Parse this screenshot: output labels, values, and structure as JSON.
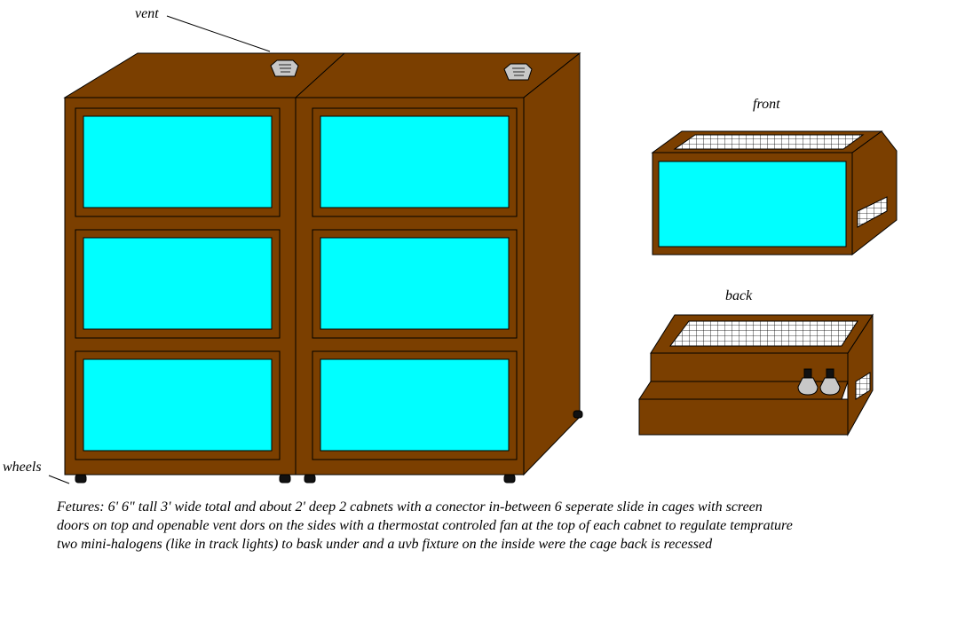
{
  "labels": {
    "vent": "vent",
    "wheels": "wheels",
    "front": "front",
    "back": "back"
  },
  "description": "Fetures: 6' 6\" tall 3' wide total and about 2' deep 2 cabnets with a conector in-between 6 seperate slide in cages with screen doors on top and openable vent dors on the sides with a thermostat controled fan at the top of each cabnet to regulate temprature two mini-halogens (like in track lights) to bask under and a uvb fixture on the inside were the cage back is recessed",
  "colors": {
    "wood": "#7b3f00",
    "glass": "#00ffff",
    "outline": "#000000",
    "vent": "#c8c8c8",
    "screen": "#ffffff"
  }
}
